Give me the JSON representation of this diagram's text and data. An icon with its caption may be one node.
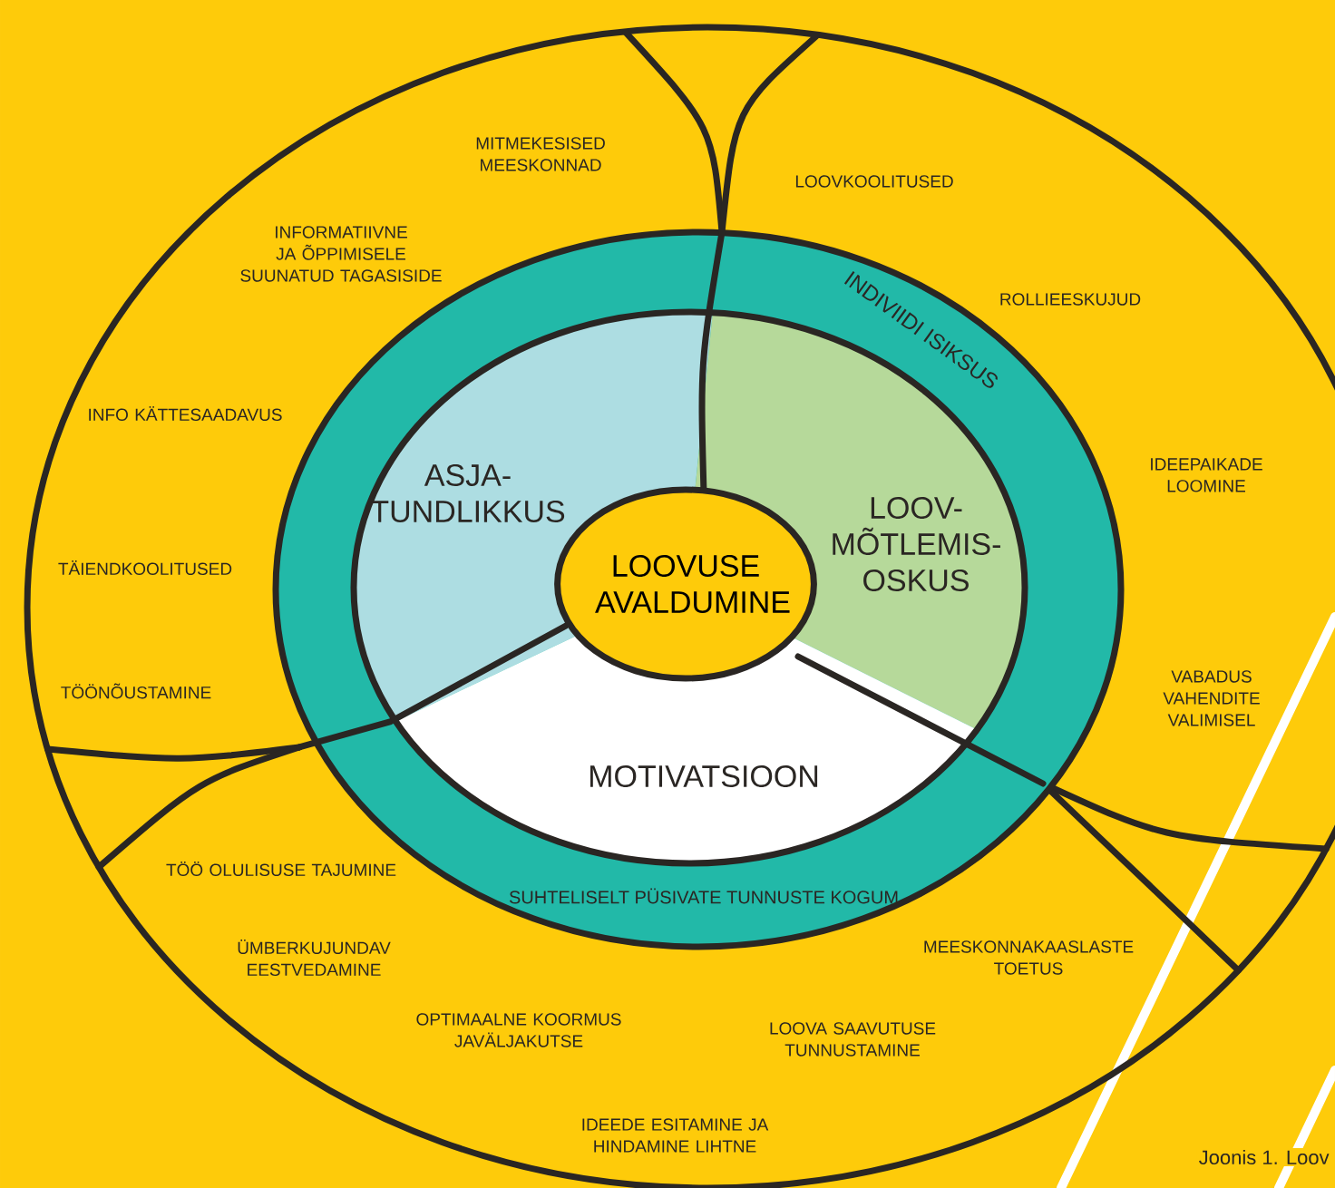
{
  "diagram": {
    "caption": "Joonis 1. Loov",
    "nodes": [
      {
        "text": [
          "INDIVIIDI ISIKSUS",
          "SUHTELISELT PÜSIVATE TUNNUSTE KOGUM"
        ]
      },
      {
        "text": [
          "ASJA- TUNDLIKKUS"
        ],
        "in": 0
      },
      {
        "text": [
          "LOOV- MÕTLEMIS- OSKUS"
        ],
        "in": 0
      },
      {
        "text": [
          "MOTIVATSIOON"
        ],
        "in": 0
      },
      {
        "text": [
          "LOOVUSE AVALDUMINE"
        ],
        "in": 0
      }
    ],
    "labels": [
      "MITMEKESISED MEESKONNAD",
      "LOOVKOOLITUSED",
      "INFORMATIIVNE JA ÕPPIMISELE SUUNATUD TAGASISIDE",
      "ROLLIEESKUJUD",
      "INFO KÄTTESAADAVUS",
      "IDEEPAIKADE LOOMINE",
      "TÄIENDKOOLITUSED",
      "TÖÖNÕUSTAMINE",
      "VABADUS VAHENDITE VALIMISEL",
      "TÖÖ OLULISUSE TAJUMINE",
      "MEESKONNAKAASLASTE TOETUS",
      "ÜMBERKUJUNDAV EESTVEDAMINE",
      "OPTIMAALNE KOORMUS JAVÄLJAKUTSE",
      "LOOVA SAAVUTUSE TUNNUSTAMINE",
      "IDEEDE ESITAMINE JA HINDAMINE LIHTNE"
    ]
  }
}
